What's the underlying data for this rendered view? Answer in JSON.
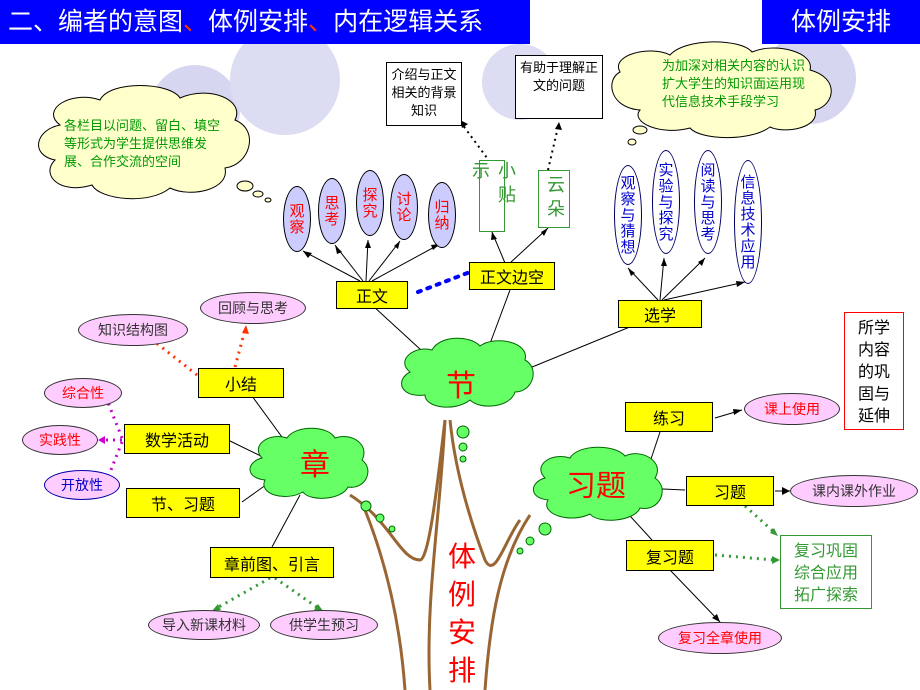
{
  "header": {
    "title_a": "二、编者的意图",
    "sep": "、",
    "title_b": "体例安排",
    "title_c": "内在逻辑关系",
    "right_label": "体例安排"
  },
  "clouds": {
    "left_text": "各栏目以问题、留白、填空等形式为学生提供思维发展、合作交流的空间",
    "right_text": "为加深对相关内容的认识扩大学生的知识面运用现代信息技术手段学习"
  },
  "notes": {
    "intro": "介绍与正文相关的背景知识",
    "helpful": "有助于理解正文的问题"
  },
  "nodes": {
    "jie": "节",
    "zhang": "章",
    "xiti": "习题",
    "trunk": "体例安排"
  },
  "boxes": {
    "zhengwen": "正文",
    "zhengwen_side": "正文边空",
    "xuanxue": "选学",
    "xiaojie": "小结",
    "shuxue": "数学活动",
    "jie_xiti": "节、习题",
    "zhangqiantu": "章前图、引言",
    "lianxi": "练习",
    "xiti": "习题",
    "fuxiti": "复习题"
  },
  "zhengwen_items": [
    "观察",
    "思考",
    "探究",
    "讨论",
    "归纳"
  ],
  "side_items": [
    "小贴示",
    "云朵"
  ],
  "xuanxue_items": [
    "观察与猜想",
    "实验与探究",
    "阅读与思考",
    "信息技术应用"
  ],
  "pills": {
    "huigu": "回顾与思考",
    "zhishi": "知识结构图",
    "zonghe": "综合性",
    "shijian": "实践性",
    "kaifang": "开放性",
    "daoru": "导入新课材料",
    "gong": "供学生预习",
    "ketang": "课上使用",
    "kenei": "课内课外作业",
    "fuxi": "复习全章使用"
  },
  "green_box": [
    "复习巩固",
    "综合应用",
    "拓广探索"
  ],
  "red_box": [
    "所学",
    "内容",
    "的巩",
    "固与",
    "延伸"
  ]
}
